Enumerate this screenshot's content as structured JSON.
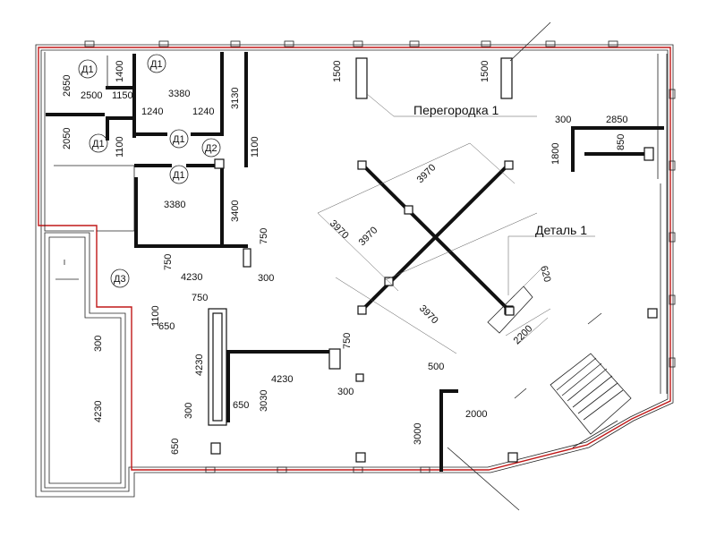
{
  "callouts": {
    "partition": "Перегородка 1",
    "detail": "Деталь 1"
  },
  "tags": {
    "d1": "Д1",
    "d2": "Д2",
    "d3": "Д3"
  },
  "dimensions": {
    "d2650": "2650",
    "d1400": "1400",
    "d2500": "2500",
    "d1150": "1150",
    "d3380a": "3380",
    "d3130": "3130",
    "d1240a": "1240",
    "d1240b": "1240",
    "d2050": "2050",
    "d1100a": "1100",
    "d1100b": "1100",
    "d3400": "3400",
    "d3380b": "3380",
    "d750a": "750",
    "d4230a": "4230",
    "d300a": "300",
    "d750b": "750",
    "d1100c": "1100",
    "d650a": "650",
    "d300b": "300",
    "d4230b": "4230",
    "d4230c": "4230",
    "d300c": "300",
    "d650b": "650",
    "d3030": "3030",
    "d4230d": "4230",
    "d750c": "750",
    "d300d": "300",
    "d650c": "650",
    "d1500a": "1500",
    "d1500b": "1500",
    "d300e": "300",
    "d2850": "2850",
    "d1800": "1800",
    "d850": "850",
    "d3970a": "3970",
    "d3970b": "3970",
    "d3970c": "3970",
    "d3970d": "3970",
    "d620": "620",
    "d2200": "2200",
    "d500": "500",
    "d2000": "2000",
    "d3000": "3000"
  }
}
